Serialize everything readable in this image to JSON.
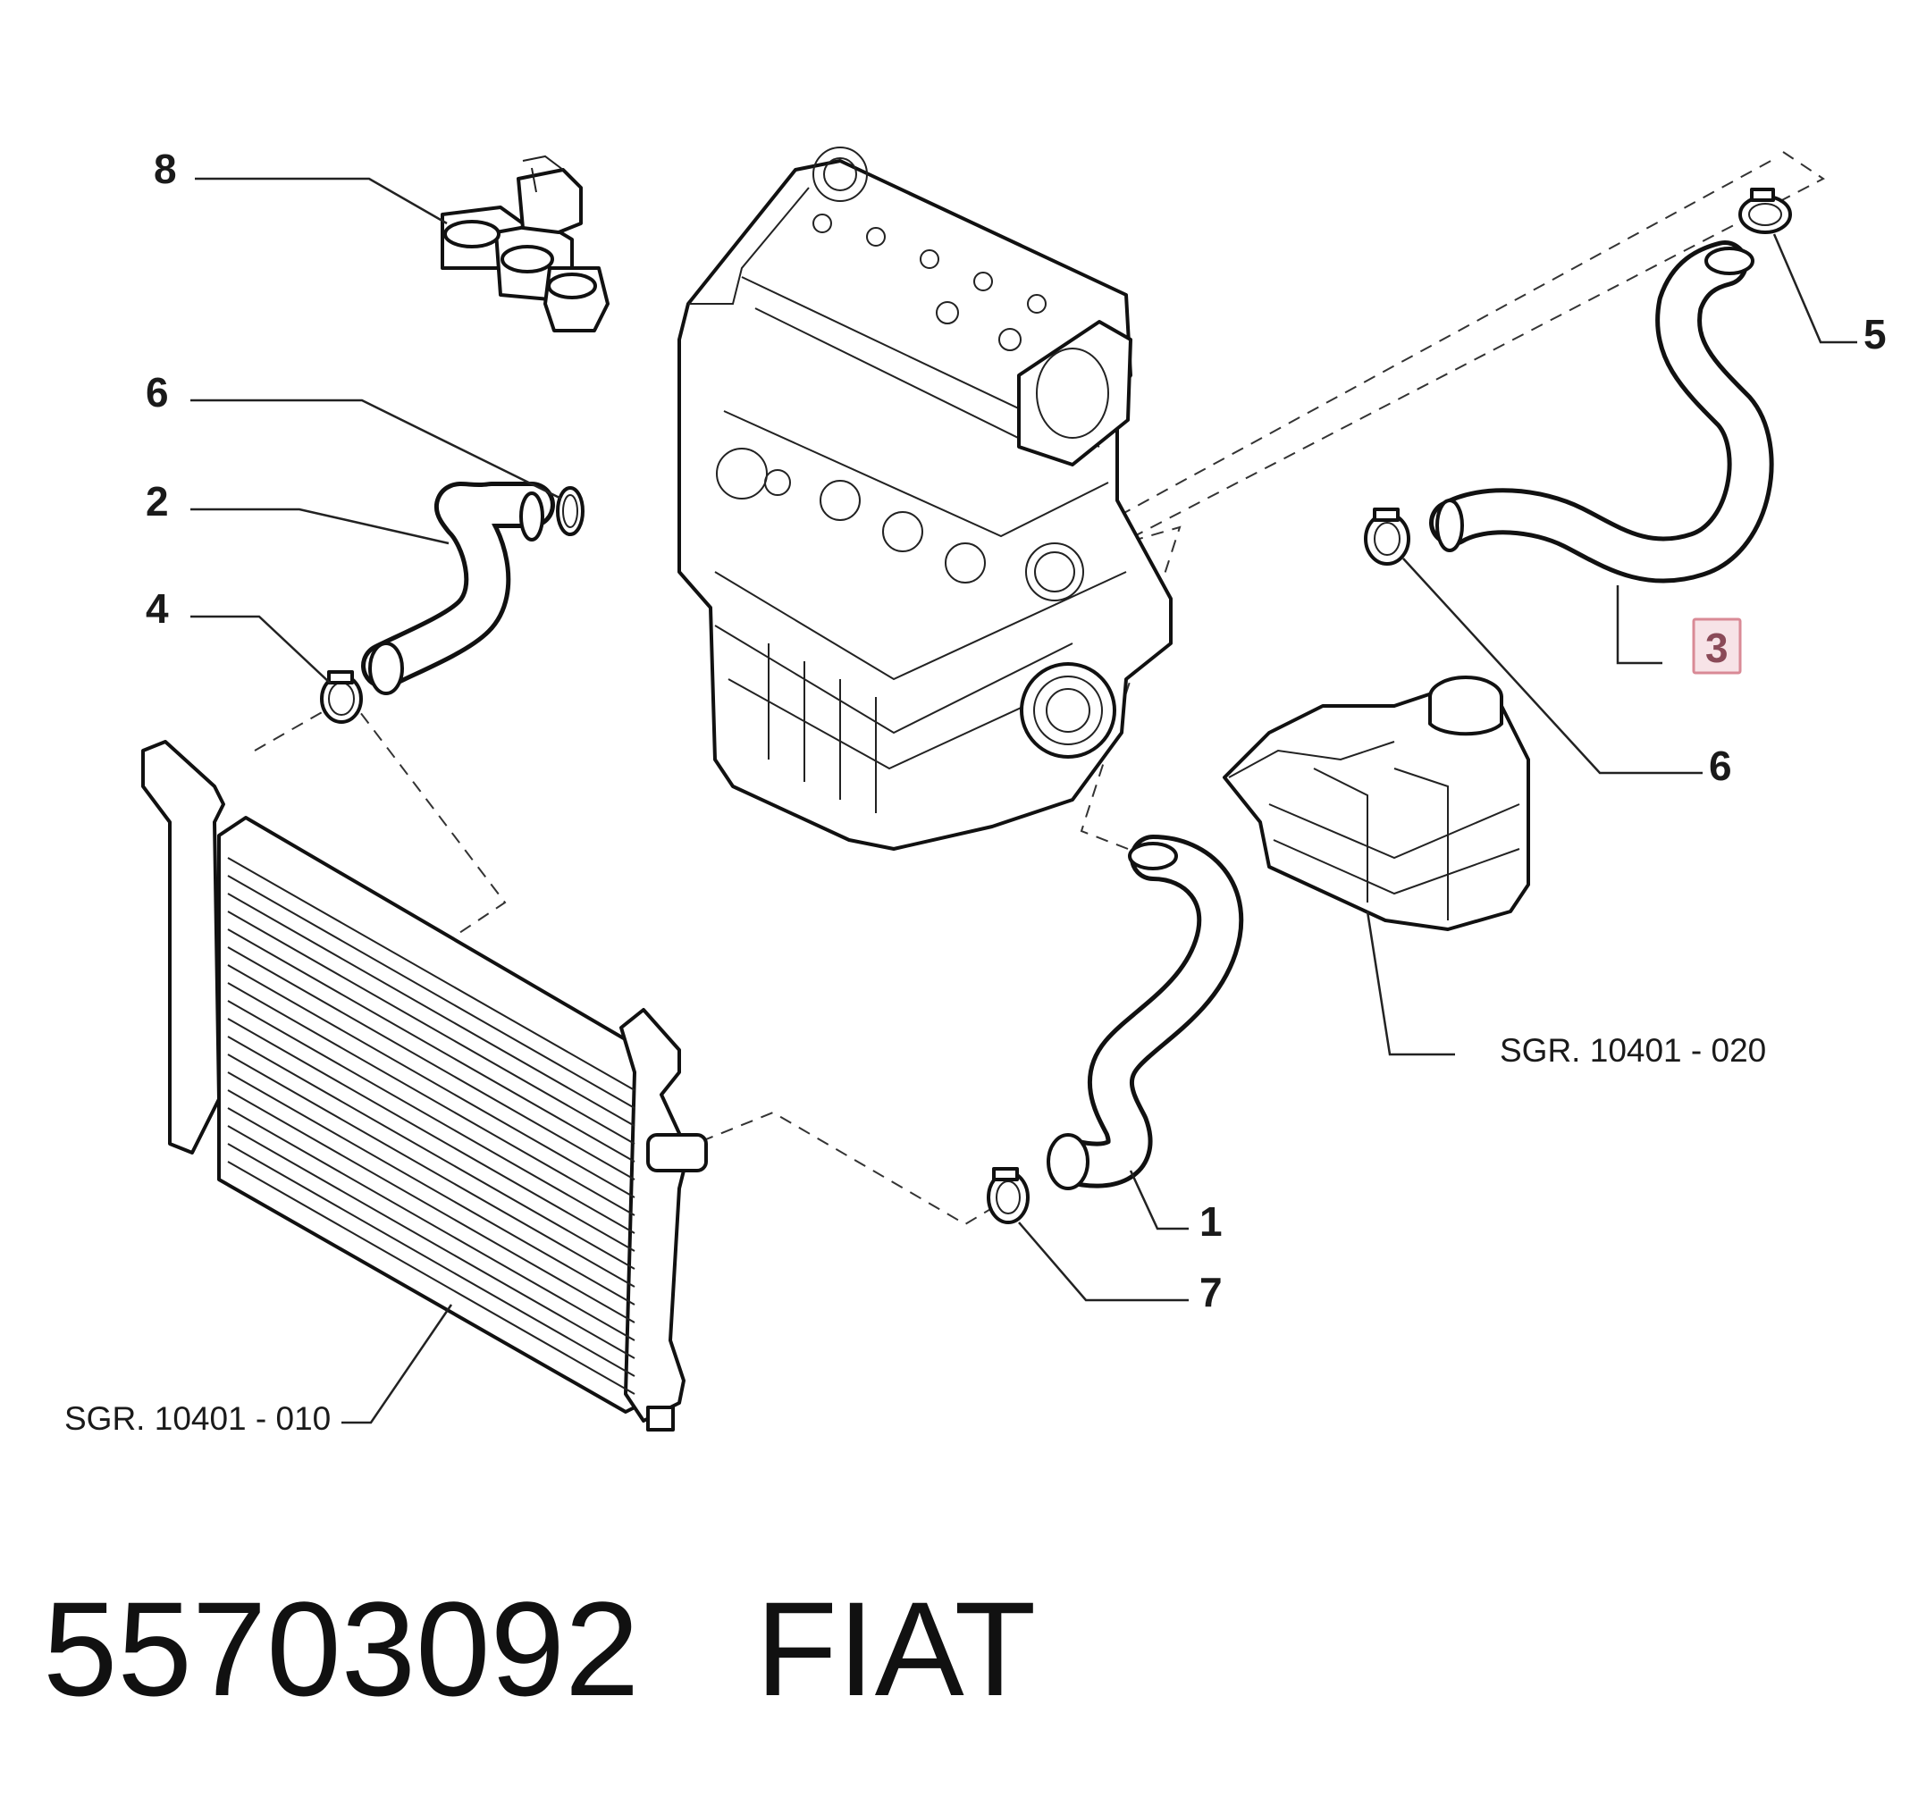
{
  "callouts": [
    {
      "label": "8"
    },
    {
      "label": "6"
    },
    {
      "label": "2"
    },
    {
      "label": "4"
    },
    {
      "label": "5"
    },
    {
      "label": "3"
    },
    {
      "label": "6"
    },
    {
      "label": "1"
    },
    {
      "label": "7"
    }
  ],
  "references": {
    "radiator_group": "SGR. 10401 - 010",
    "expansion_tank_group": "SGR. 10401 - 020"
  },
  "footer": {
    "part_number": "55703092",
    "brand": "FIAT"
  },
  "colors": {
    "highlight_border": "#d98a96",
    "highlight_fill": "#f7e3e7",
    "highlight_text": "#8a4a58"
  }
}
